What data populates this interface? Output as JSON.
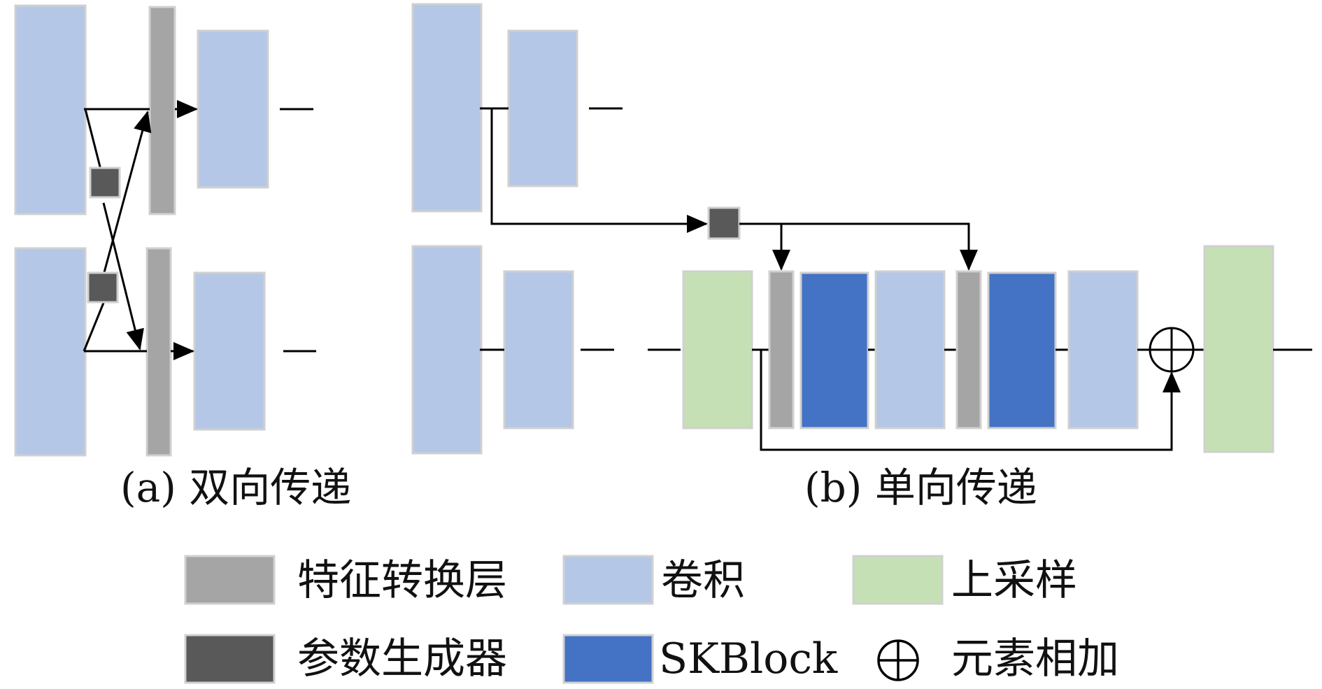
{
  "captions": {
    "a": "(a) 双向传递",
    "b": "(b) 单向传递"
  },
  "legend": {
    "feature_transform": "特征转换层",
    "conv": "卷积",
    "upsample": "上采样",
    "param_generator": "参数生成器",
    "skblock": "SKBlock",
    "elementwise_add": "元素相加"
  },
  "colors": {
    "conv": "#b4c7e7",
    "feature_transform": "#a5a5a5",
    "param_generator": "#595959",
    "skblock": "#4472c4",
    "upsample": "#c5e0b4",
    "border": "#d0d0d0",
    "line": "#000000"
  },
  "icons": {
    "arrowhead": "arrowhead-icon",
    "elementwise_add": "circle-plus-icon"
  }
}
